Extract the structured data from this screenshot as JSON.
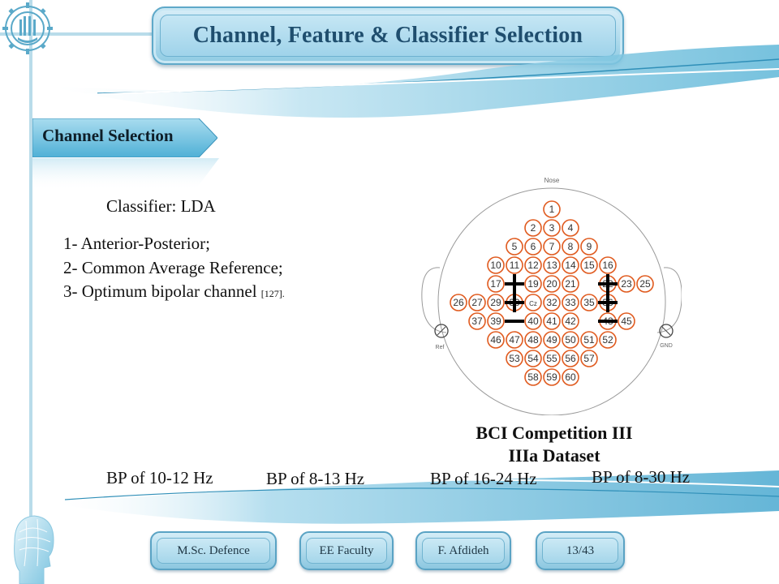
{
  "title": "Channel, Feature & Classifier Selection",
  "section": "Channel Selection",
  "classifier": "Classifier: LDA",
  "methods": [
    {
      "text": "1- Anterior-Posterior;",
      "ref": ""
    },
    {
      "text": "2- Common Average  Reference;",
      "ref": ""
    },
    {
      "text": "3- Optimum bipolar channel ",
      "ref": "[127]."
    }
  ],
  "electrode_map": {
    "nose_label": "Nose",
    "ref_label": "Ref",
    "gnd_label": "GND",
    "rows": [
      [
        "1"
      ],
      [
        "2",
        "3",
        "4"
      ],
      [
        "5",
        "6",
        "7",
        "8",
        "9"
      ],
      [
        "10",
        "11",
        "12",
        "13",
        "14",
        "15",
        "16"
      ],
      [
        "17",
        "19",
        "20",
        "21",
        "22",
        "23",
        "25"
      ],
      [
        "26",
        "27",
        "29",
        "30",
        "Cz",
        "32",
        "33",
        "35",
        "36"
      ],
      [
        "37",
        "39",
        "40",
        "41",
        "42",
        "43",
        "45"
      ],
      [
        "46",
        "47",
        "48",
        "49",
        "50",
        "51",
        "52"
      ],
      [
        "53",
        "54",
        "55",
        "56",
        "57"
      ],
      [
        "58",
        "59",
        "60"
      ]
    ],
    "electrode_color": "#e05a1e"
  },
  "dataset": {
    "line1": "BCI Competition III",
    "line2": "IIIa Dataset"
  },
  "bands": [
    "BP of 10-12 Hz",
    "BP of 8-13 Hz",
    "BP of 16-24 Hz",
    "BP of 8-30 Hz"
  ],
  "footer": {
    "degree": "M.Sc. Defence",
    "faculty": "EE Faculty",
    "author": "F. Afdideh",
    "page": "13/43"
  },
  "colors": {
    "accent": "#5fb7d8",
    "title_text": "#1f4e6e"
  }
}
